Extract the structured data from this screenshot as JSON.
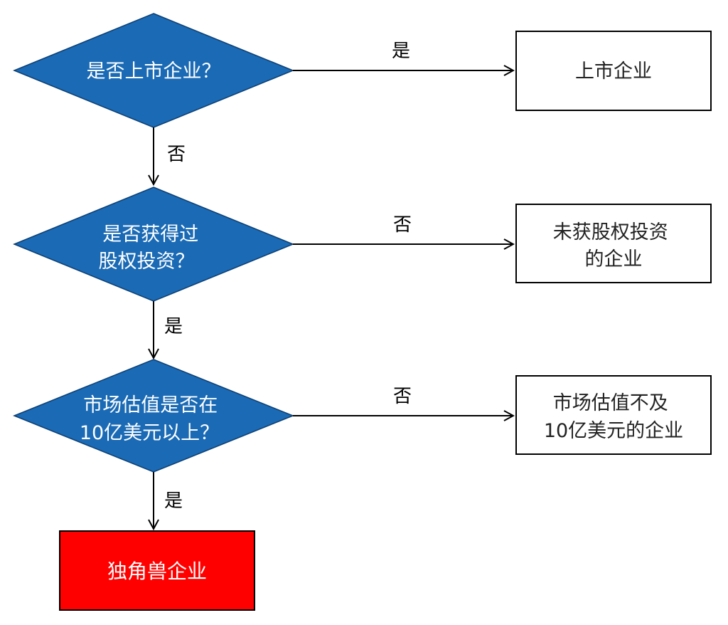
{
  "colors": {
    "decision_fill": "#1a6ab5",
    "decision_stroke": "#0d3f73",
    "terminal_fill": "#ff0000",
    "box_stroke": "#000000",
    "line": "#000000",
    "background": "#ffffff"
  },
  "decisions": [
    {
      "id": "listed",
      "lines": [
        "是否上市企业？"
      ]
    },
    {
      "id": "equity",
      "lines": [
        "是否获得过",
        "股权投资？"
      ]
    },
    {
      "id": "valuation",
      "lines": [
        "市场估值是否在",
        "10亿美元以上？"
      ]
    }
  ],
  "outcomes": [
    {
      "id": "listed-company",
      "lines": [
        "上市企业"
      ]
    },
    {
      "id": "no-equity-company",
      "lines": [
        "未获股权投资",
        "的企业"
      ]
    },
    {
      "id": "under-billion-company",
      "lines": [
        "市场估值不及",
        "10亿美元的企业"
      ]
    }
  ],
  "terminal": {
    "id": "unicorn",
    "lines": [
      "独角兽企业"
    ]
  },
  "edges": {
    "listed_yes": "是",
    "listed_no": "否",
    "equity_no": "否",
    "equity_yes": "是",
    "valuation_no": "否",
    "valuation_yes": "是"
  }
}
